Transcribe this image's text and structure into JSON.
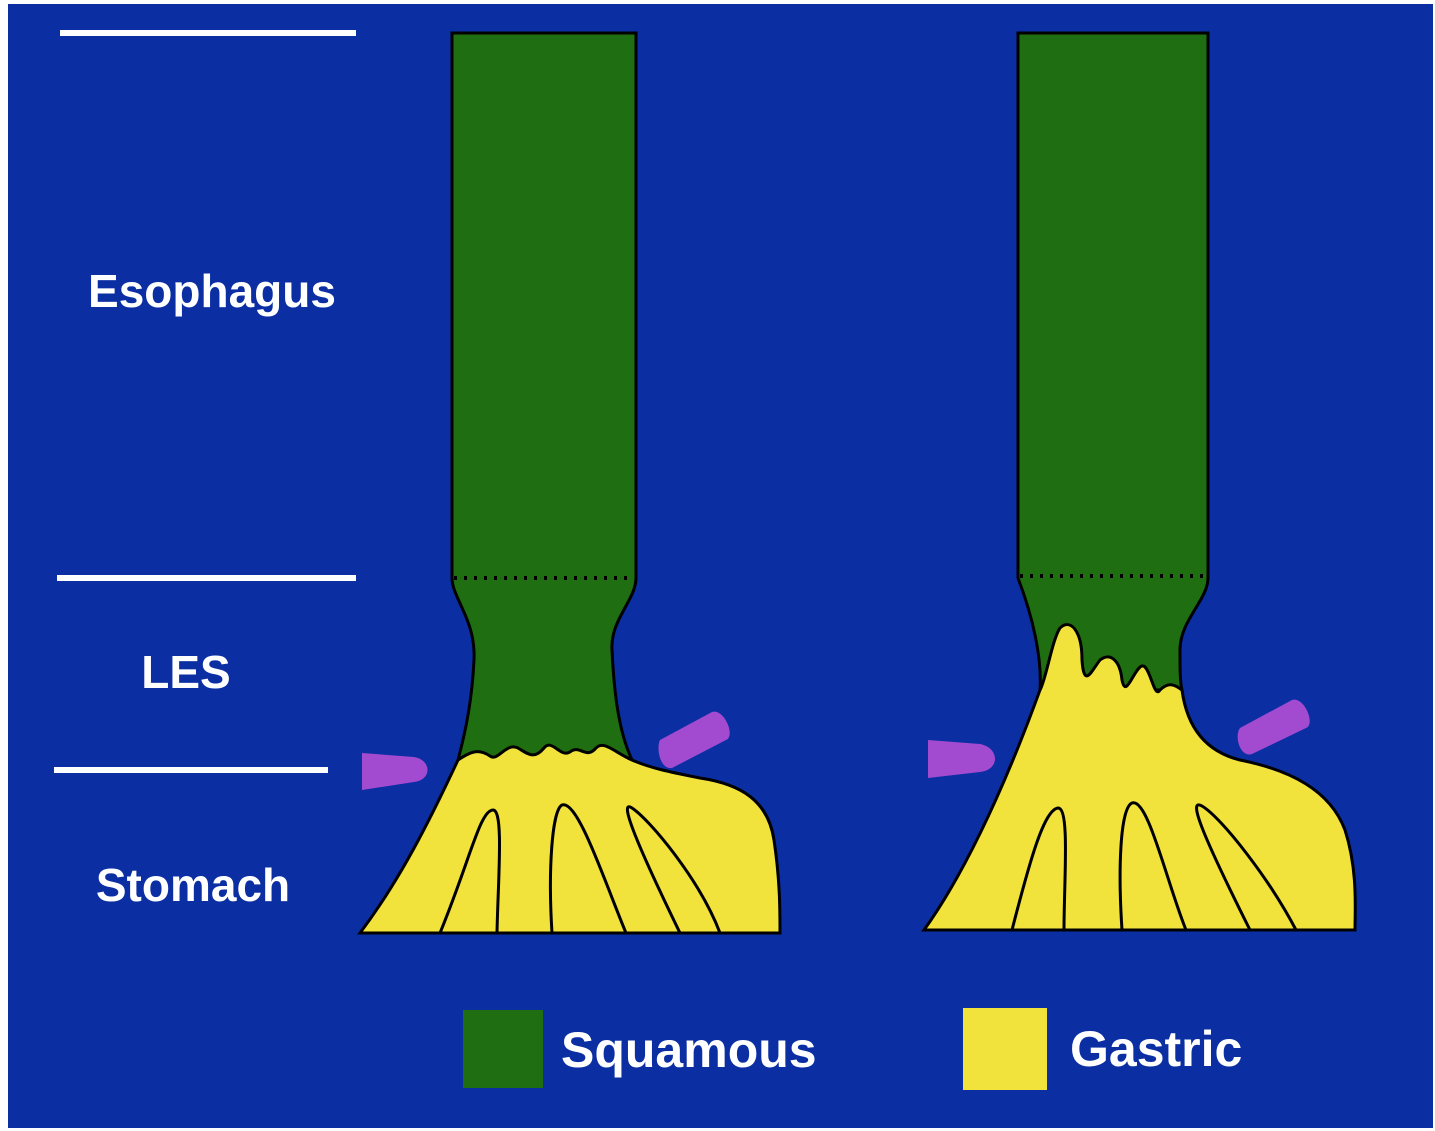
{
  "regions": {
    "esophagus": "Esophagus",
    "les": "LES",
    "stomach": "Stomach"
  },
  "legend": {
    "squamous": {
      "label": "Squamous",
      "color": "#1f6f12"
    },
    "gastric": {
      "label": "Gastric",
      "color": "#f2e23c"
    }
  },
  "colors": {
    "background": "#0b2fa3",
    "divider_line": "#ffffff",
    "arrowhead": "#a24bd0",
    "outline": "#000000"
  },
  "panels": [
    {
      "name": "normal-junction"
    },
    {
      "name": "extended-gastric-junction"
    }
  ]
}
